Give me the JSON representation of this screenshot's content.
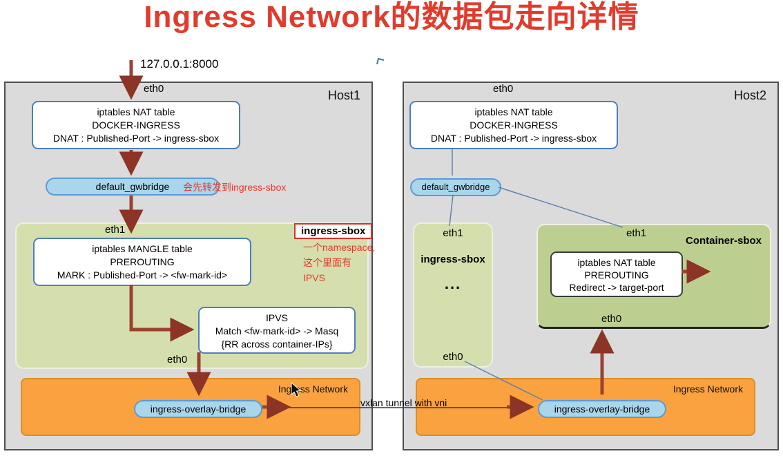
{
  "colors": {
    "title_red": "#e23b2c",
    "arrow_red": "#9a4231",
    "pill_blue": "#a9d6ea",
    "sandbox_green": "#d5dfae",
    "container_green": "#bccf90",
    "network_orange": "#f9a23f",
    "annotation_red": "#e8372a"
  },
  "title": "Ingress Network的数据包走向详情",
  "entry": {
    "address": "127.0.0.1:8000"
  },
  "annotations": {
    "gwbridge_note": "会先转发到ingress-sbox",
    "sbox_callout": "ingress-sbox",
    "sbox_note_lines": [
      "一个namespace,",
      "这个里面有",
      "IPVS"
    ],
    "vxlan_label": "vxlan tunnel with vni"
  },
  "host1": {
    "label": "Host1",
    "eth0_top": "eth0",
    "nat_box_lines": [
      "iptables NAT table",
      "DOCKER-INGRESS",
      "DNAT : Published-Port -> ingress-sbox"
    ],
    "gwbridge": "default_gwbridge",
    "sandbox": {
      "eth1": "eth1",
      "mangle_box_lines": [
        "iptables MANGLE table",
        "PREROUTING",
        "MARK : Published-Port -> <fw-mark-id>"
      ],
      "ipvs_box_lines": [
        "IPVS",
        "Match <fw-mark-id> -> Masq",
        "{RR across container-IPs}"
      ],
      "eth0": "eth0"
    },
    "ingress_network": {
      "label": "Ingress Network",
      "bridge": "ingress-overlay-bridge"
    }
  },
  "host2": {
    "label": "Host2",
    "eth0_top": "eth0",
    "nat_box_lines": [
      "iptables NAT table",
      "DOCKER-INGRESS",
      "DNAT : Published-Port -> ingress-sbox"
    ],
    "gwbridge": "default_gwbridge",
    "ingress_sbox": {
      "eth1": "eth1",
      "name": "ingress-sbox",
      "dots": "...",
      "eth0": "eth0"
    },
    "container_sbox": {
      "eth1": "eth1",
      "name": "Container-sbox",
      "nat_box_lines": [
        "iptables NAT table",
        "PREROUTING",
        "Redirect -> target-port"
      ],
      "eth0": "eth0"
    },
    "ingress_network": {
      "label": "Ingress Network",
      "bridge": "ingress-overlay-bridge"
    }
  }
}
